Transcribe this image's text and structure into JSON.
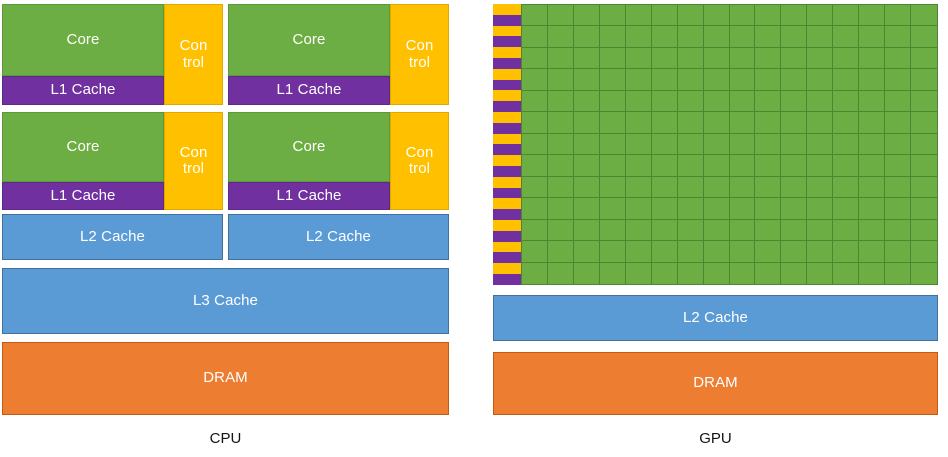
{
  "diagram": {
    "title_hidden": "",
    "palette": {
      "core_green": "#6CAE43",
      "control_yellow": "#FFC000",
      "l1_purple": "#7030A0",
      "cache_blue": "#5B9BD5",
      "dram_orange": "#ED7D31",
      "background": "#FFFFFF",
      "caption_text": "#141414"
    }
  },
  "cpu": {
    "caption": "CPU",
    "cores": [
      {
        "core_label": "Core",
        "control_label": "Con\ntrol",
        "l1_label": "L1 Cache"
      },
      {
        "core_label": "Core",
        "control_label": "Con\ntrol",
        "l1_label": "L1 Cache"
      },
      {
        "core_label": "Core",
        "control_label": "Con\ntrol",
        "l1_label": "L1 Cache"
      },
      {
        "core_label": "Core",
        "control_label": "Con\ntrol",
        "l1_label": "L1 Cache"
      }
    ],
    "l2_caches": [
      {
        "label": "L2 Cache"
      },
      {
        "label": "L2 Cache"
      }
    ],
    "l3_cache": {
      "label": "L3 Cache"
    },
    "dram": {
      "label": "DRAM"
    }
  },
  "gpu": {
    "caption": "GPU",
    "grid": {
      "columns": 16,
      "rows": 13,
      "cell_label": ""
    },
    "side_bars": {
      "pairs": 13,
      "top_color_label": "control-yellow",
      "bottom_color_label": "l1-purple"
    },
    "l2_cache": {
      "label": "L2 Cache"
    },
    "dram": {
      "label": "DRAM"
    }
  }
}
